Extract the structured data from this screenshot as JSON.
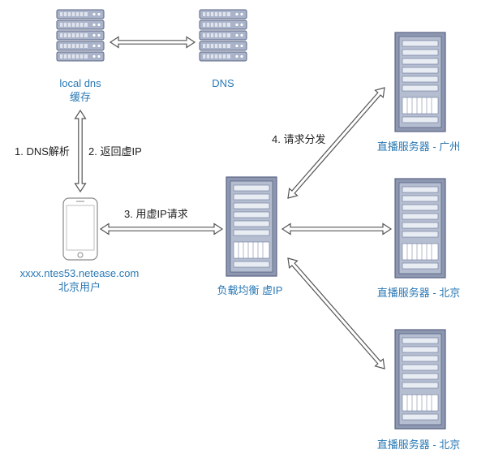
{
  "nodes": {
    "local_dns": {
      "line1": "local dns",
      "line2": "缓存"
    },
    "dns": {
      "label": "DNS"
    },
    "user": {
      "line1": "xxxx.ntes53.netease.com",
      "line2": "北京用户"
    },
    "load_balancer": {
      "label": "负载均衡 虚IP"
    },
    "server_guangzhou": {
      "label": "直播服务器 - 广州"
    },
    "server_beijing_1": {
      "label": "直播服务器 - 北京"
    },
    "server_beijing_2": {
      "label": "直播服务器 - 北京"
    }
  },
  "steps": {
    "step1": "1. DNS解析",
    "step2": "2. 返回虚IP",
    "step3": "3. 用虚IP请求",
    "step4": "4. 请求分发"
  },
  "colors": {
    "server_fill": "#a9b3c9",
    "server_stroke": "#5a6585",
    "label_blue": "#2a79b5",
    "label_dark": "#222222"
  }
}
